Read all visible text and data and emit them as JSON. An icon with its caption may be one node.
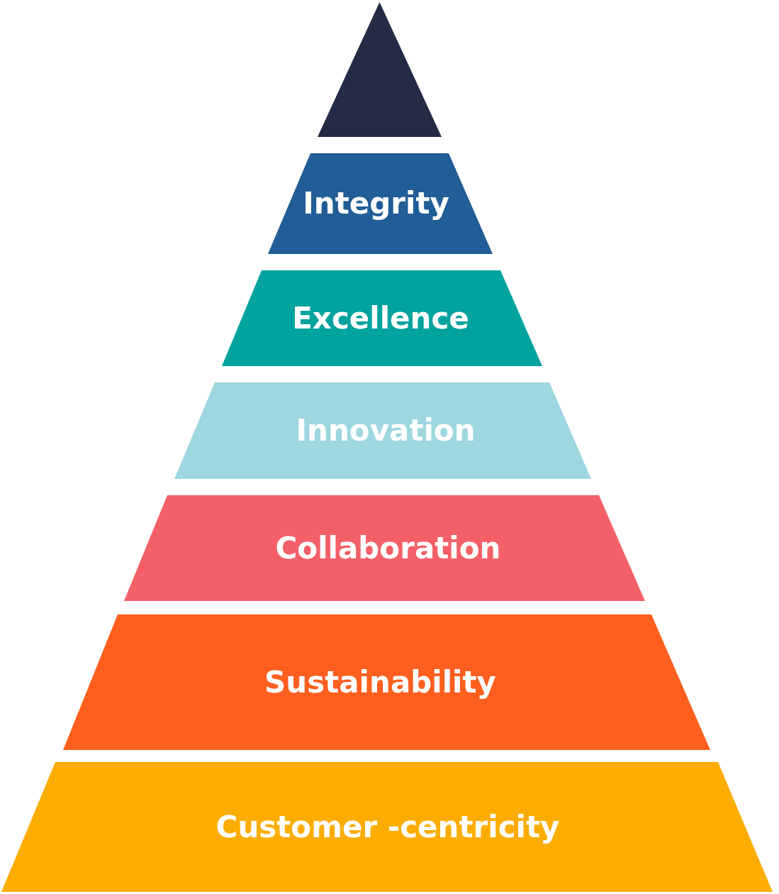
{
  "diagram": {
    "nodes": [
      {
        "text": [],
        "shape": "triangle"
      },
      {
        "text": [
          "Integrity"
        ]
      },
      {
        "text": [
          "Excellence"
        ]
      },
      {
        "text": [
          "Innovation"
        ]
      },
      {
        "text": [
          "Collaboration"
        ]
      },
      {
        "text": [
          "Sustainability"
        ]
      },
      {
        "text": [
          "Customer -centricity"
        ]
      }
    ]
  }
}
